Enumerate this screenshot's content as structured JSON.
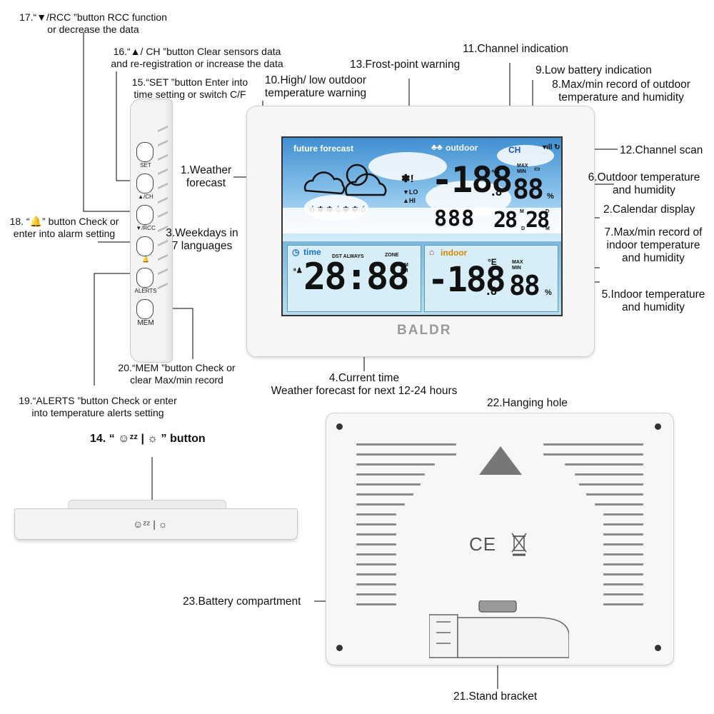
{
  "labels": {
    "l17": "17.“▼/RCC ”button RCC function\nor decrease the data",
    "l16": "16.“▲/ CH ”button Clear sensors data\nand re-registration or increase the data",
    "l15": "15.“SET ”button  Enter into\ntime setting or switch C/F",
    "l18": "18. “🔔” button Check or\nenter into alarm setting",
    "l20": "20.“MEM ”button Check or\nclear Max/min record",
    "l19": "19.“ALERTS ”button Check or enter\ninto temperature alerts setting",
    "l14": "14. “ ☺ᶻᶻ | ☼ ” button",
    "l1": "1.Weather\nforecast",
    "l3": "3.Weekdays in\n7 languages",
    "l10": "10.High/ low outdoor\ntemperature warning",
    "l13": "13.Frost-point warning",
    "l11": "11.Channel indication",
    "l9": "9.Low battery indication",
    "l8": "8.Max/min record of outdoor\ntemperature and humidity",
    "l12": "12.Channel scan",
    "l6": "6.Outdoor temperature\nand humidity",
    "l2": "2.Calendar display",
    "l7": "7.Max/min record of\nindoor temperature\nand humidity",
    "l5": "5.Indoor temperature\nand humidity",
    "l4": "4.Current time\nWeather forecast for next 12-24 hours",
    "l22": "22.Hanging hole",
    "l23": "23.Battery compartment",
    "l21": "21.Stand bracket"
  },
  "side_buttons": [
    "SET",
    "▲/CH",
    "▼/RCC",
    "🔔",
    "ALERTS",
    "MEM"
  ],
  "display": {
    "future_forecast": "future forecast",
    "outdoor": "outdoor",
    "ch": "CH",
    "time": "time",
    "dst": "DST ALWAYS",
    "zone": "ZONE",
    "am": "AM",
    "pm": "PM",
    "indoor": "indoor",
    "lo": "▼LO",
    "hi": "▲HI",
    "max": "MAX",
    "min": "MIN",
    "deg": "°E",
    "pct": "%",
    "big_temp": "-188",
    "big_dec": ".8",
    "humid": "88",
    "week": "888",
    "cal_m": "28",
    "cal_d": "28",
    "M": "M",
    "D": "D",
    "clock": "28:88",
    "brand": "BALDR"
  },
  "bottom_icons": "☺ᶻᶻ | ☼",
  "back": {
    "ce": "CE"
  },
  "colors": {
    "accent_screen": "#3f8fd0",
    "panel": "#d7eef8",
    "line": "#000000"
  }
}
